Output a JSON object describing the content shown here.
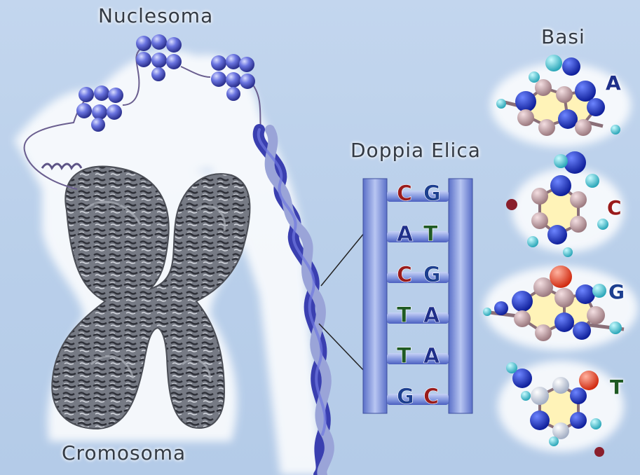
{
  "labels": {
    "nucleosome": "Nuclesoma",
    "bases": "Basi",
    "double_helix": "Doppia Elica",
    "chromosome": "Cromosoma"
  },
  "base_pairs": [
    {
      "left": "C",
      "right": "G"
    },
    {
      "left": "A",
      "right": "T"
    },
    {
      "left": "C",
      "right": "G"
    },
    {
      "left": "T",
      "right": "A"
    },
    {
      "left": "T",
      "right": "A"
    },
    {
      "left": "G",
      "right": "C"
    }
  ],
  "base_molecules": [
    {
      "letter": "A"
    },
    {
      "letter": "C"
    },
    {
      "letter": "G"
    },
    {
      "letter": "T"
    }
  ],
  "colors": {
    "A": "#1f2f8a",
    "C": "#9a1b1b",
    "G": "#1d3f8f",
    "T": "#1f5a23",
    "ladder": "#6f86d6",
    "helix_dark": "#3a3fb0",
    "helix_light": "#9aa4d8",
    "chromosome": "#6a6e78",
    "bead": "#4a55c8"
  }
}
